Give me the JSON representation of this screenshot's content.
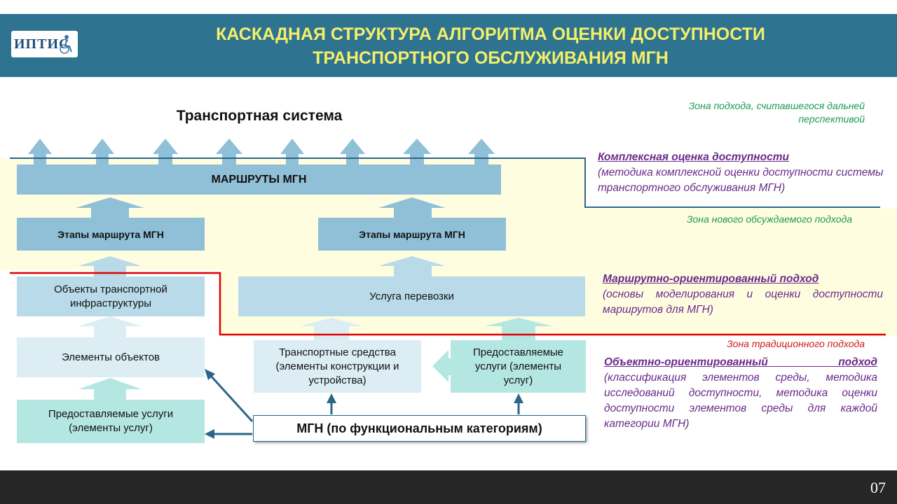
{
  "header": {
    "logo_text": "ИПТИС",
    "title_line1": "КАСКАДНАЯ СТРУКТУРА АЛГОРИТМА ОЦЕНКИ ДОСТУПНОСТИ",
    "title_line2": "ТРАНСПОРТНОГО ОБСЛУЖИВАНИЯ МГН"
  },
  "diagram": {
    "transport_system": "Транспортная система",
    "routes": "МАРШРУТЫ МГН",
    "route_stages_left": "Этапы маршрута МГН",
    "route_stages_right": "Этапы маршрута МГН",
    "infrastructure_objects": "Объекты транспортной инфраструктуры",
    "transport_service": "Услуга перевозки",
    "object_elements": "Элементы объектов",
    "vehicles": "Транспортные средства (элементы конструкции и устройства)",
    "provided_services_center": "Предоставляемые услуги (элементы услуг)",
    "provided_services_left": "Предоставляемые услуги (элементы услуг)",
    "mgn": "МГН  (по функциональным категориям)"
  },
  "zones": {
    "far_zone": "Зона подхода, считавшегося дальней перспективой",
    "new_zone": "Зона нового обсуждаемого подхода",
    "traditional_zone": "Зона традиционного подхода"
  },
  "approaches": {
    "complex_title": "Комплексная оценка доступности",
    "complex_desc": "(методика комплексной оценки доступности системы транспортного обслуживания МГН)",
    "route_title": "Маршрутно-ориентированный подход",
    "route_desc": "(основы моделирования и оценки доступности маршрутов для МГН)",
    "object_title": "Объектно-ориентированный подход",
    "object_desc": "(классификация элементов среды, методика исследований доступности, методика оценки доступности элементов среды для каждой категории МГН)"
  },
  "footer": {
    "page_number": "07"
  },
  "colors": {
    "header_bg": "#2e7490",
    "title_color": "#f5ee6a",
    "zone_yellow": "#fffde0",
    "box_dark": "#8fc0d8",
    "box_mid": "#b9dae8",
    "box_light": "#dcedf4",
    "box_teal": "#b4e6e2",
    "arrow_navy": "#2a6688",
    "red_line": "#e00000",
    "blue_line": "#2a6688",
    "green_text": "#1a9a55",
    "red_text": "#d01818",
    "purple_text": "#6a2a8a",
    "footer_bg": "#262626"
  }
}
